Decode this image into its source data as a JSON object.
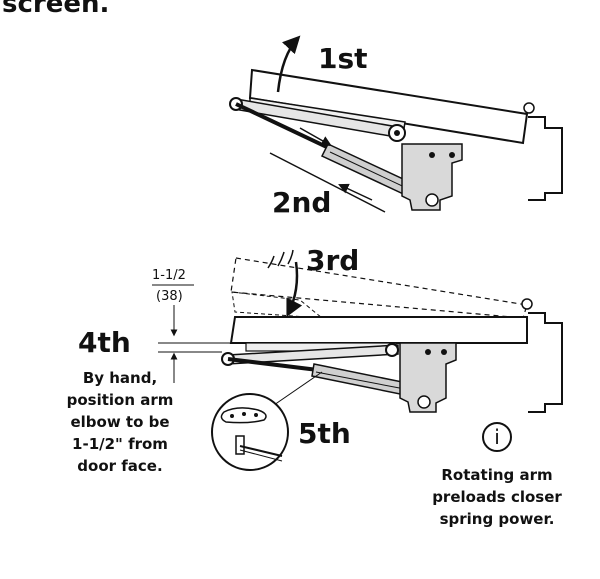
{
  "cropped_heading": "screen.",
  "steps": {
    "first": "1st",
    "second": "2nd",
    "third": "3rd",
    "fourth": "4th",
    "fifth": "5th"
  },
  "dimension": {
    "imperial": "1-1/2",
    "metric": "(38)"
  },
  "instruction_lines": [
    "By hand,",
    "position arm",
    "elbow to be",
    "1-1/2\" from",
    "door face."
  ],
  "info": {
    "icon": "info-icon",
    "symbol": "i",
    "lines": [
      "Rotating arm",
      "preloads closer",
      "spring power."
    ]
  }
}
